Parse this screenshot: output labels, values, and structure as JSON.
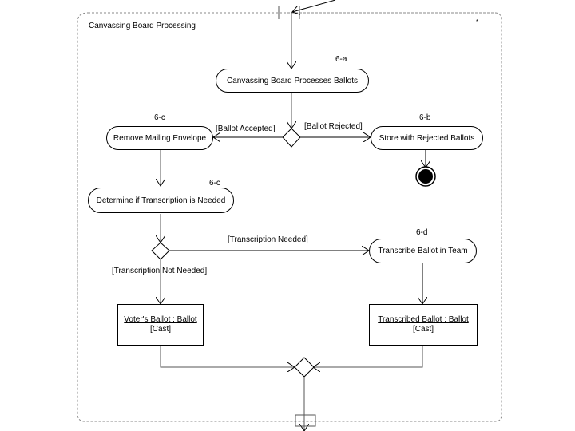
{
  "diagram": {
    "partition_title": "Canvassing Board Processing",
    "partition_marker": "*",
    "nodes": {
      "process": {
        "id": "6-a",
        "label": "Canvassing Board Processes Ballots"
      },
      "remove": {
        "id": "6-c",
        "label": "Remove Mailing Envelope"
      },
      "store": {
        "id": "6-b",
        "label": "Store with Rejected Ballots"
      },
      "determine": {
        "id": "6-c",
        "label": "Determine if Transcription is Needed"
      },
      "transcribe": {
        "id": "6-d",
        "label": "Transcribe Ballot in Team"
      }
    },
    "guards": {
      "accepted": "[Ballot Accepted]",
      "rejected": "[Ballot Rejected]",
      "needed": "[Transcription Needed]",
      "not_needed": "[Transcription Not Needed]"
    },
    "objects": {
      "voter": {
        "name": "Voter's Ballot : Ballot",
        "state": "[Cast]"
      },
      "transcribed": {
        "name": "Transcribed Ballot : Ballot",
        "state": "[Cast]"
      }
    }
  }
}
